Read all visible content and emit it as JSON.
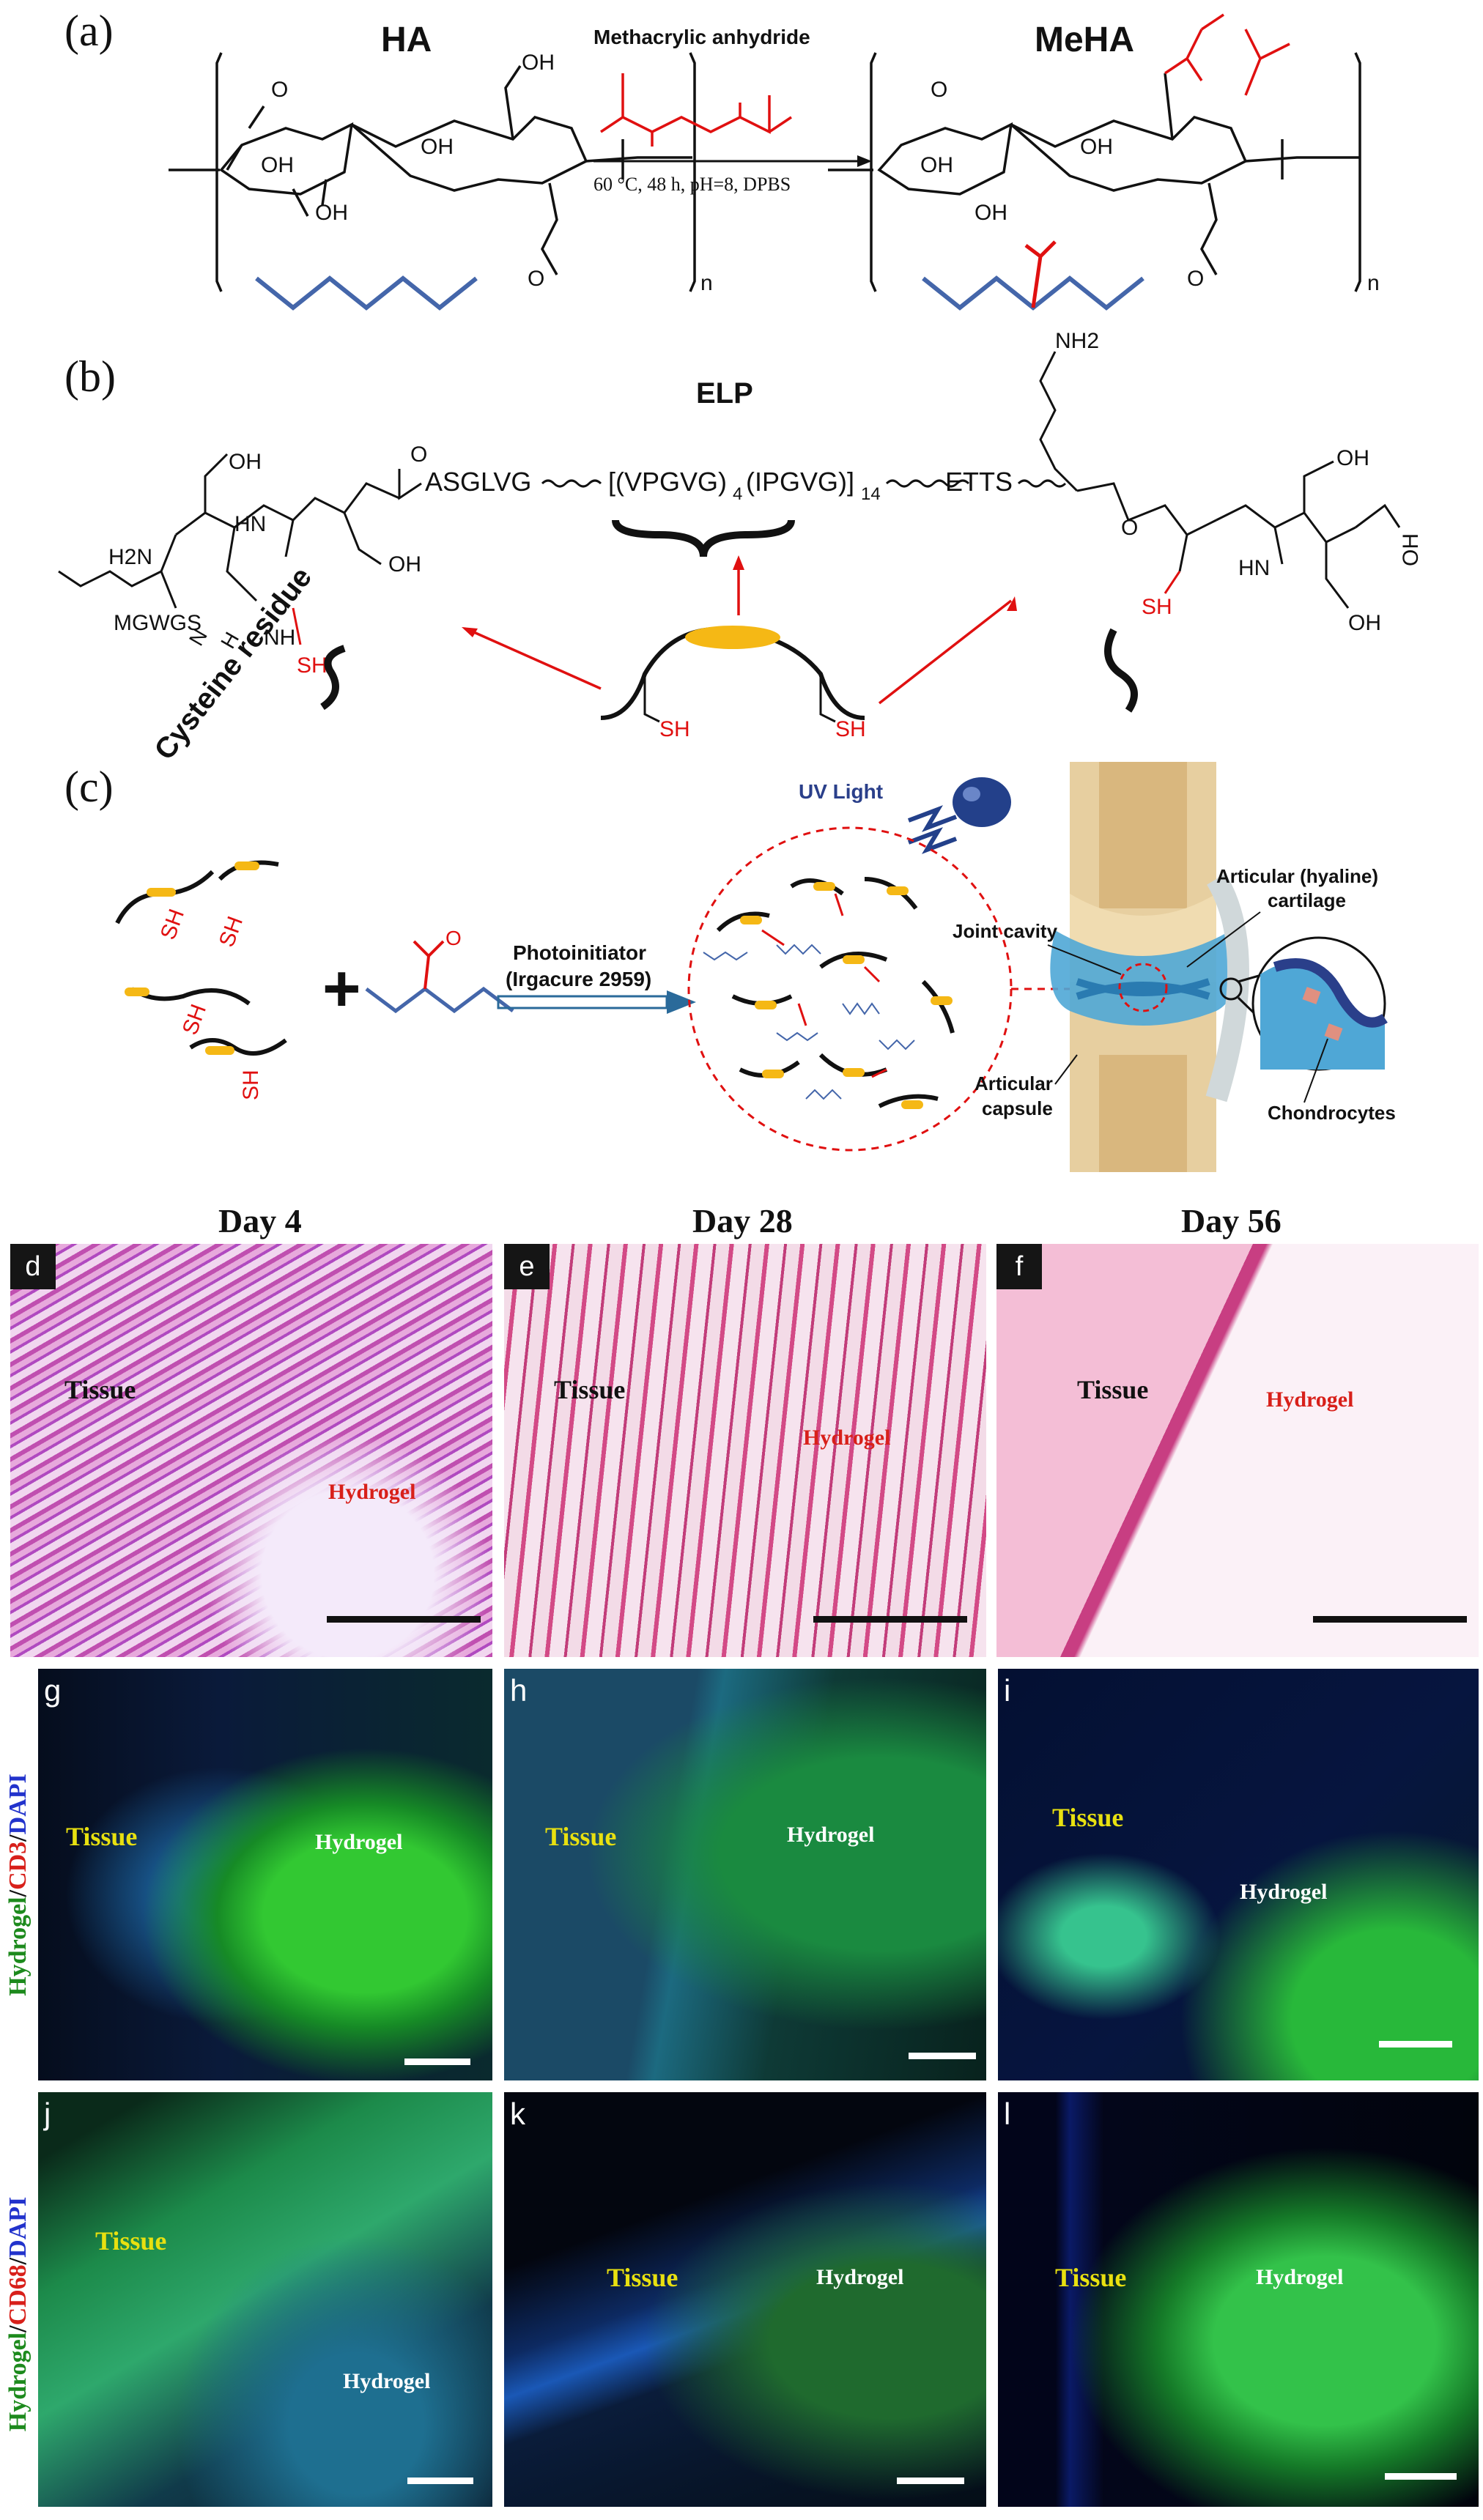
{
  "panel_labels": {
    "a": "(a)",
    "b": "(b)",
    "c": "(c)"
  },
  "section_a": {
    "ha_label": "HA",
    "meha_label": "MeHA",
    "reagent": "Methacrylic anhydride",
    "conditions": "60 °C, 48 h, pH=8, DPBS",
    "subscript_n": "n",
    "oh": "OH",
    "carboxylate": "O",
    "o": "O"
  },
  "section_b": {
    "title": "ELP",
    "sequence_left": "ASGLVG",
    "sequence_mid": "[(VPGVG)",
    "sub4": "4",
    "sequence_mid2": "(IPGVG)]",
    "sub14": "14",
    "sequence_right": "ETTS",
    "mgwgs": "MGWGS",
    "h2n": "H2N",
    "nh2": "NH2",
    "sh": "SH",
    "cysteine": "Cysteine residue",
    "oh": "OH",
    "hn": "HN",
    "nh": "NH",
    "o": "O",
    "n": "N",
    "h": "H"
  },
  "section_c": {
    "photoinitiator": "Photoinitiator",
    "irgacure": "(Irgacure 2959)",
    "uv": "UV Light",
    "joint_cavity": "Joint cavity",
    "cartilage_1": "Articular (hyaline)",
    "cartilage_2": "cartilage",
    "capsule_1": "Articular",
    "capsule_2": "capsule",
    "chondrocytes": "Chondrocytes",
    "plus": "+",
    "sh": "SH",
    "o": "O"
  },
  "micro": {
    "day_titles": [
      "Day 4",
      "Day 28",
      "Day 56"
    ],
    "tags": [
      "d",
      "e",
      "f",
      "g",
      "h",
      "i",
      "j",
      "k",
      "l"
    ],
    "tissue": "Tissue",
    "hydrogel": "Hydrogel",
    "side_label_1": {
      "green": "Hydrogel",
      "sep1": "/",
      "red": "CD3",
      "sep2": "/",
      "blue": "DAPI"
    },
    "side_label_2": {
      "green": "Hydrogel",
      "sep1": "/",
      "red": "CD68",
      "sep2": "/",
      "blue": "DAPI"
    }
  }
}
